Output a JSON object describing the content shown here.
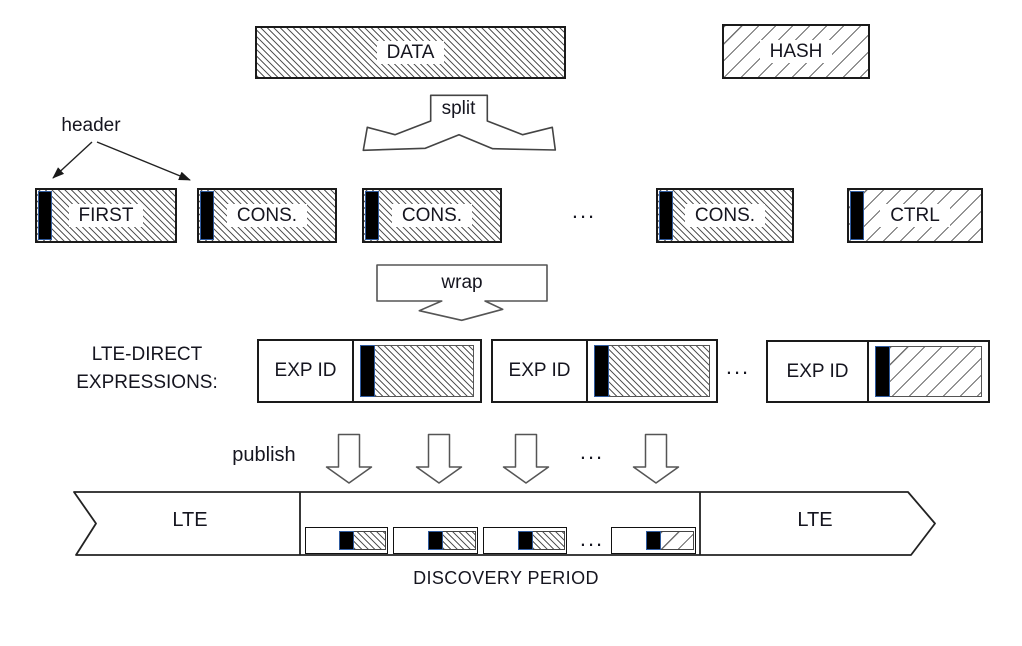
{
  "colors": {
    "background": "#ffffff",
    "border": "#1a1a1a",
    "dense_hatch_line": "#585858",
    "sparse_hatch_line": "#6f6f6f",
    "header_bar_fill": "#000000",
    "header_bar_outline": "#2f5b9f",
    "text": "#15151f"
  },
  "top": {
    "data_label": "DATA",
    "hash_label": "HASH"
  },
  "flow": {
    "split_label": "split",
    "wrap_label": "wrap",
    "header_label": "header",
    "publish_label": "publish",
    "ellipsis": "..."
  },
  "segments": [
    {
      "label": "FIRST",
      "hatch": "dense"
    },
    {
      "label": "CONS.",
      "hatch": "dense"
    },
    {
      "label": "CONS.",
      "hatch": "dense"
    },
    {
      "label": "CONS.",
      "hatch": "dense"
    },
    {
      "label": "CTRL",
      "hatch": "sparse"
    }
  ],
  "expressions": {
    "caption_line1": "LTE-DIRECT",
    "caption_line2": "EXPRESSIONS:",
    "items": [
      {
        "id_label": "EXP ID",
        "hatch": "dense"
      },
      {
        "id_label": "EXP ID",
        "hatch": "dense"
      },
      {
        "id_label": "EXP ID",
        "hatch": "sparse"
      }
    ]
  },
  "timeline": {
    "lte_left_label": "LTE",
    "lte_right_label": "LTE",
    "discovery_label": "DISCOVERY PERIOD",
    "slots": [
      {
        "hatch": "dense"
      },
      {
        "hatch": "dense"
      },
      {
        "hatch": "dense"
      },
      {
        "hatch": "sparse"
      }
    ]
  }
}
